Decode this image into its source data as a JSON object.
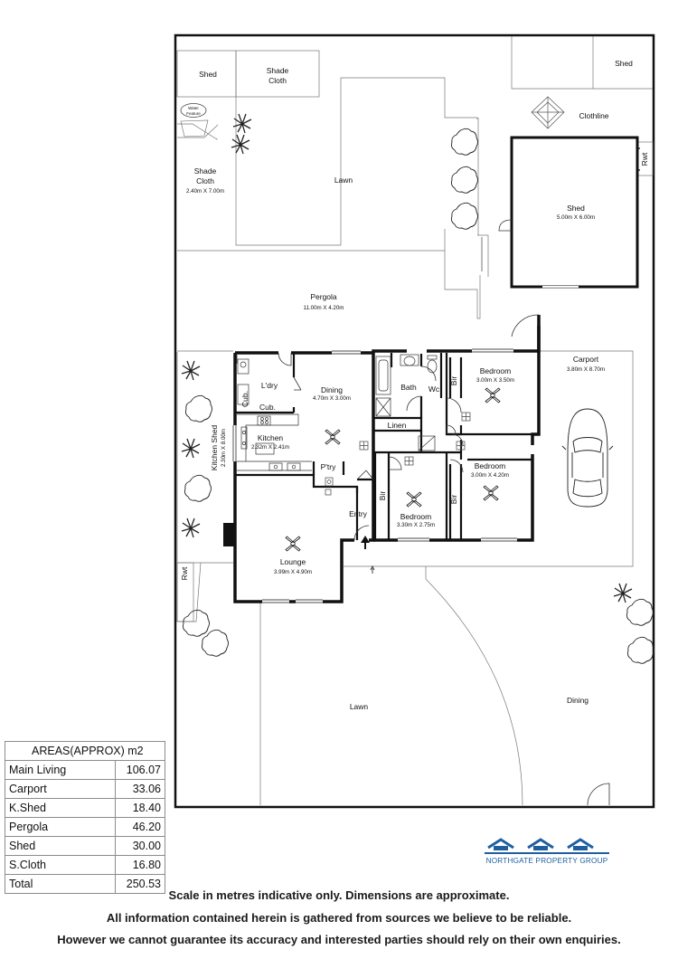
{
  "plan": {
    "labels": {
      "shed_top_left": "Shed",
      "shade_cloth_top": "Shade Cloth",
      "water_feature": "Water Feature",
      "shade_cloth_left": "Shade Cloth",
      "shade_cloth_left_dim": "2.40m X 7.00m",
      "lawn_rear": "Lawn",
      "shed_top_right": "Shed",
      "clothline": "Clothline",
      "rwt_right": "Rwt",
      "shed_main": "Shed",
      "shed_main_dim": "5.00m X 6.00m",
      "pergola": "Pergola",
      "pergola_dim": "11.00m X 4.20m",
      "carport": "Carport",
      "carport_dim": "3.80m X 8.70m",
      "laundry": "L'dry",
      "cub_1": "Cub.",
      "cub_2": "Cub.",
      "dining": "Dining",
      "dining_dim": "4.70m X 3.00m",
      "bath": "Bath",
      "wc": "Wc",
      "bir_1": "Bir",
      "bedroom_1": "Bedroom",
      "bedroom_1_dim": "3.00m X 3.50m",
      "linen": "Linen",
      "kitchen": "Kitchen",
      "kitchen_dim": "2.32m X 2.41m",
      "pantry": "P'try",
      "kitchen_shed": "Kitchen Shed",
      "kitchen_shed_dim": "2.30m X 8.00m",
      "bedroom_2": "Bedroom",
      "bedroom_2_dim": "3.00m X 4.20m",
      "bir_2": "Bir",
      "bir_3": "Bir",
      "bedroom_3": "Bedroom",
      "bedroom_3_dim": "3.30m X 2.75m",
      "entry": "Entry",
      "lounge": "Lounge",
      "lounge_dim": "3.99m X 4.90m",
      "rwt_left": "Rwt",
      "lawn_front": "Lawn",
      "dining_outside": "Dining"
    }
  },
  "areas": {
    "title": "AREAS(APPROX) m2",
    "rows": [
      {
        "name": "Main Living",
        "value": "106.07"
      },
      {
        "name": "Carport",
        "value": "33.06"
      },
      {
        "name": "K.Shed",
        "value": "18.40"
      },
      {
        "name": "Pergola",
        "value": "46.20"
      },
      {
        "name": "Shed",
        "value": "30.00"
      },
      {
        "name": "S.Cloth",
        "value": "16.80"
      },
      {
        "name": "Total",
        "value": "250.53"
      }
    ]
  },
  "logo": {
    "text": "NORTHGATE PROPERTY GROUP",
    "color": "#1f5fa0"
  },
  "disclaimer": {
    "line1": "Scale in metres indicative only. Dimensions are approximate.",
    "line2": "All information contained herein is gathered from sources we believe to be reliable.",
    "line3": "However we cannot guarantee its accuracy and interested parties should rely on their own enquiries."
  }
}
